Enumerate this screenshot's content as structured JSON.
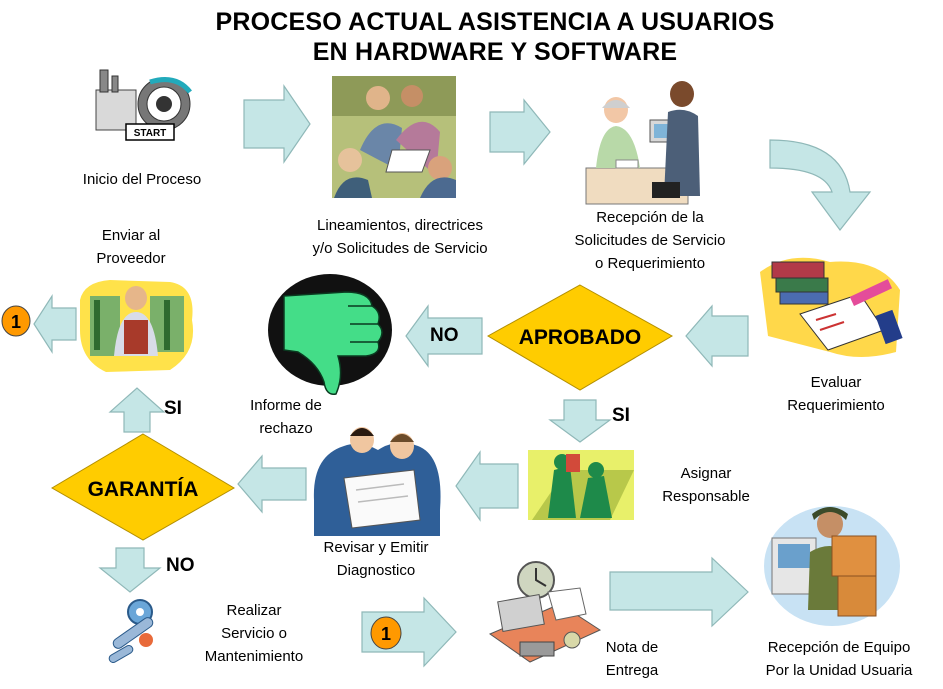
{
  "title": {
    "line1": "PROCESO ACTUAL ASISTENCIA A USUARIOS",
    "line2": "EN HARDWARE Y SOFTWARE"
  },
  "colors": {
    "arrow_fill": "#c5e6e6",
    "arrow_stroke": "#8fb8b8",
    "decision_fill": "#ffcc00",
    "connector_fill": "#ff9900",
    "thumb_green": "#44dd88"
  },
  "icons": {
    "start": "start-machine-icon",
    "meeting": "meeting-icon",
    "reception": "reception-desk-icon",
    "evaluate": "documents-evaluate-icon",
    "supplier": "shop-vendor-icon",
    "reject": "thumbs-down-icon",
    "review": "two-people-reviewing-icon",
    "assign": "chess-pieces-icon",
    "service": "wrench-gear-icon",
    "delivery": "office-desk-icon",
    "receive": "delivery-man-boxes-icon"
  },
  "steps": {
    "start": {
      "line1": "Inicio del Proceso"
    },
    "guidelines": {
      "line1": "Lineamientos, directrices",
      "line2": "y/o Solicitudes de Servicio"
    },
    "reception": {
      "line1": "Recepción de la",
      "line2": "Solicitudes de Servicio",
      "line3": "o Requerimiento"
    },
    "evaluate": {
      "line1": "Evaluar",
      "line2": "Requerimiento"
    },
    "supplier": {
      "line1": "Enviar al",
      "line2": "Proveedor"
    },
    "reject": {
      "line1": "Informe de",
      "line2": "rechazo"
    },
    "assign": {
      "line1": "Asignar",
      "line2": "Responsable"
    },
    "review": {
      "line1": "Revisar y Emitir",
      "line2": "Diagnostico"
    },
    "service": {
      "line1": "Realizar",
      "line2": "Servicio o",
      "line3": "Mantenimiento"
    },
    "delivery": {
      "line1": "Nota de",
      "line2": "Entrega"
    },
    "receive": {
      "line1": "Recepción de Equipo",
      "line2": "Por la Unidad Usuaria"
    }
  },
  "decisions": {
    "approved": "APROBADO",
    "warranty": "GARANTÍA"
  },
  "branch_labels": {
    "no_approved": "NO",
    "yes_approved": "SI",
    "yes_warranty": "SI",
    "no_warranty": "NO"
  },
  "connectors": {
    "left": "1",
    "bottom": "1"
  }
}
